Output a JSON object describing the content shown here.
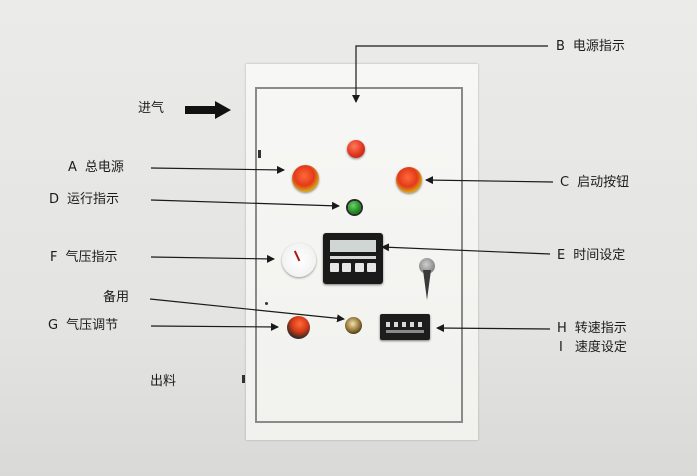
{
  "inlet": {
    "label": "进气"
  },
  "outlet": {
    "label": "出料"
  },
  "callouts": {
    "A": {
      "letter": "A",
      "text": "总电源"
    },
    "B": {
      "letter": "B",
      "text": "电源指示"
    },
    "C": {
      "letter": "C",
      "text": "启动按钮"
    },
    "D": {
      "letter": "D",
      "text": "运行指示"
    },
    "E": {
      "letter": "E",
      "text": "时间设定"
    },
    "F": {
      "letter": "F",
      "text": "气压指示"
    },
    "G": {
      "letter": "G",
      "text": "气压调节"
    },
    "H": {
      "letter": "H",
      "text": "转速指示"
    },
    "I": {
      "letter": "I",
      "text": "速度设定"
    },
    "spare": {
      "text": "备用"
    }
  },
  "colors": {
    "panel": "#f4f4f1",
    "lamp_red": "#e0341f",
    "lamp_green": "#1f8a1f",
    "leader_line": "#1a1a1a"
  }
}
